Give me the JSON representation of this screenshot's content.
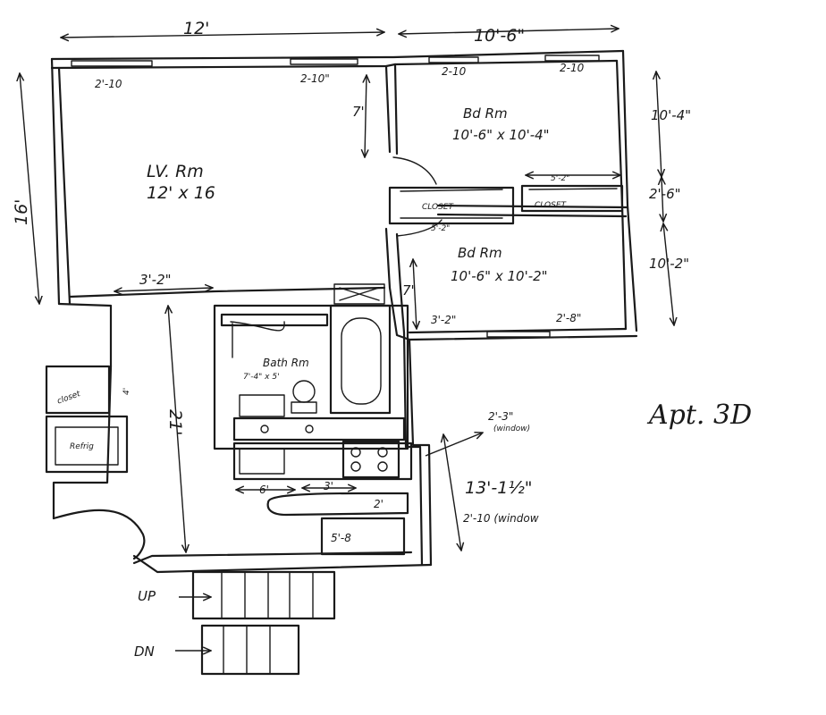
{
  "title": "Apt. 3D",
  "rooms": {
    "living_room": {
      "name": "LV. Rm",
      "size": "12' x 16"
    },
    "bedroom_1": {
      "name": "Bd Rm",
      "size": "10'-6\" x 10'-4\""
    },
    "bedroom_2": {
      "name": "Bd Rm",
      "size": "10'-6\" x 10'-2\""
    },
    "bathroom": {
      "name": "Bath Rm",
      "size": "7'-4\" x 5'"
    },
    "closet_1": "CLOSET",
    "closet_2": "CLOSET",
    "closet_3": "closet",
    "refrigerator": "Refrig"
  },
  "dimensions": {
    "top_left": "12'",
    "top_right": "10'-6\"",
    "left_side": "16'",
    "window_lv": "2'-10",
    "window_lv2": "2-10\"",
    "window_bd1a": "2-10",
    "window_bd1b": "2-10",
    "lv_wall_7": "7'",
    "right_upper": "10'-4\"",
    "right_middle": "2'-6\"",
    "right_lower": "10'-2\"",
    "closet_right": "5'-2\"",
    "closet_left": "5'-2\"",
    "bd2_wall_7": "7'",
    "bd2_window_left": "3'-2\"",
    "bd2_window_right": "2'-8\"",
    "lv_bottom": "3'-2\"",
    "hall_vertical": "21'",
    "closet_small": "4'",
    "window_kitchen": "2'-3\"",
    "window_kitchen_note": "(window)",
    "kitchen_total": "13'-1½\"",
    "kitchen_6": "6'",
    "kitchen_3": "3'",
    "kitchen_2": "2'",
    "kitchen_5_8": "5'-8",
    "window_lower": "2'-10 (window"
  },
  "stairs": {
    "up": "UP",
    "down": "DN"
  }
}
